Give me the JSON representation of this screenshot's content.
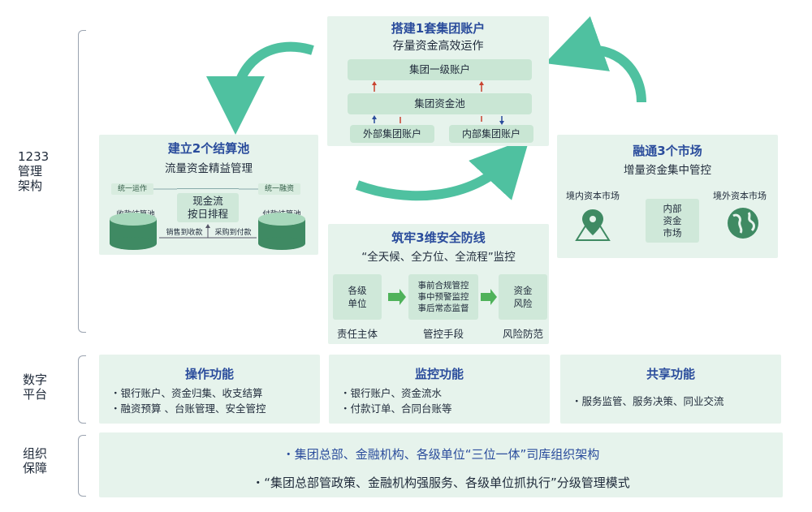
{
  "side_labels": {
    "framework": [
      "1233",
      "管理",
      "架构"
    ],
    "platform": [
      "数字",
      "平台"
    ],
    "org": [
      "组织",
      "保障"
    ]
  },
  "top": {
    "title": "搭建1套集团账户",
    "subtitle": "存量资金高效运作",
    "level1": "集团一级账户",
    "pool": "集团资金池",
    "external": "外部集团账户",
    "internal": "内部集团账户"
  },
  "left": {
    "title": "建立2个结算池",
    "subtitle": "流量资金精益管理",
    "tag_left": "统一运作",
    "tag_right": "统一融资",
    "center_line1": "现金流",
    "center_line2": "按日排程",
    "pool_left": "收款结算池",
    "pool_right": "付款结算池",
    "flow_left": "销售到收款",
    "flow_right": "采购到付款"
  },
  "right": {
    "title": "融通3个市场",
    "subtitle": "增量资金集中管控",
    "domestic": "境内资本市场",
    "internal_lines": [
      "内部",
      "资金",
      "市场"
    ],
    "overseas": "境外资本市场"
  },
  "middle": {
    "title": "筑牢3维安全防线",
    "subtitle": "“全天候、全方位、全流程”监控",
    "box1": [
      "各级",
      "单位"
    ],
    "box2": [
      "事前合规管控",
      "事中预警监控",
      "事后常态监督"
    ],
    "box3": [
      "资金",
      "风险"
    ],
    "label1": "责任主体",
    "label2": "管控手段",
    "label3": "风险防范"
  },
  "platform": {
    "ops": {
      "title": "操作功能",
      "items": [
        "・银行账户、资金归集、收支结算",
        "・融资预算 、台账管理、安全管控"
      ]
    },
    "monitor": {
      "title": "监控功能",
      "items": [
        "・银行账户、资金流水",
        "・付款订单、合同台账等"
      ]
    },
    "share": {
      "title": "共享功能",
      "items": [
        "・服务监管、服务决策、同业交流"
      ]
    }
  },
  "org": {
    "line1": "・集团总部、金融机构、各级单位“三位一体”司库组织架构",
    "line2": "・“集团总部管政策、金融机构强服务、各级单位抓执行”分级管理模式"
  },
  "colors": {
    "panel": "#e6f3ec",
    "title": "#2a4c9c",
    "arrow": "#4fc1a0",
    "pool_dark": "#3f8a63"
  }
}
